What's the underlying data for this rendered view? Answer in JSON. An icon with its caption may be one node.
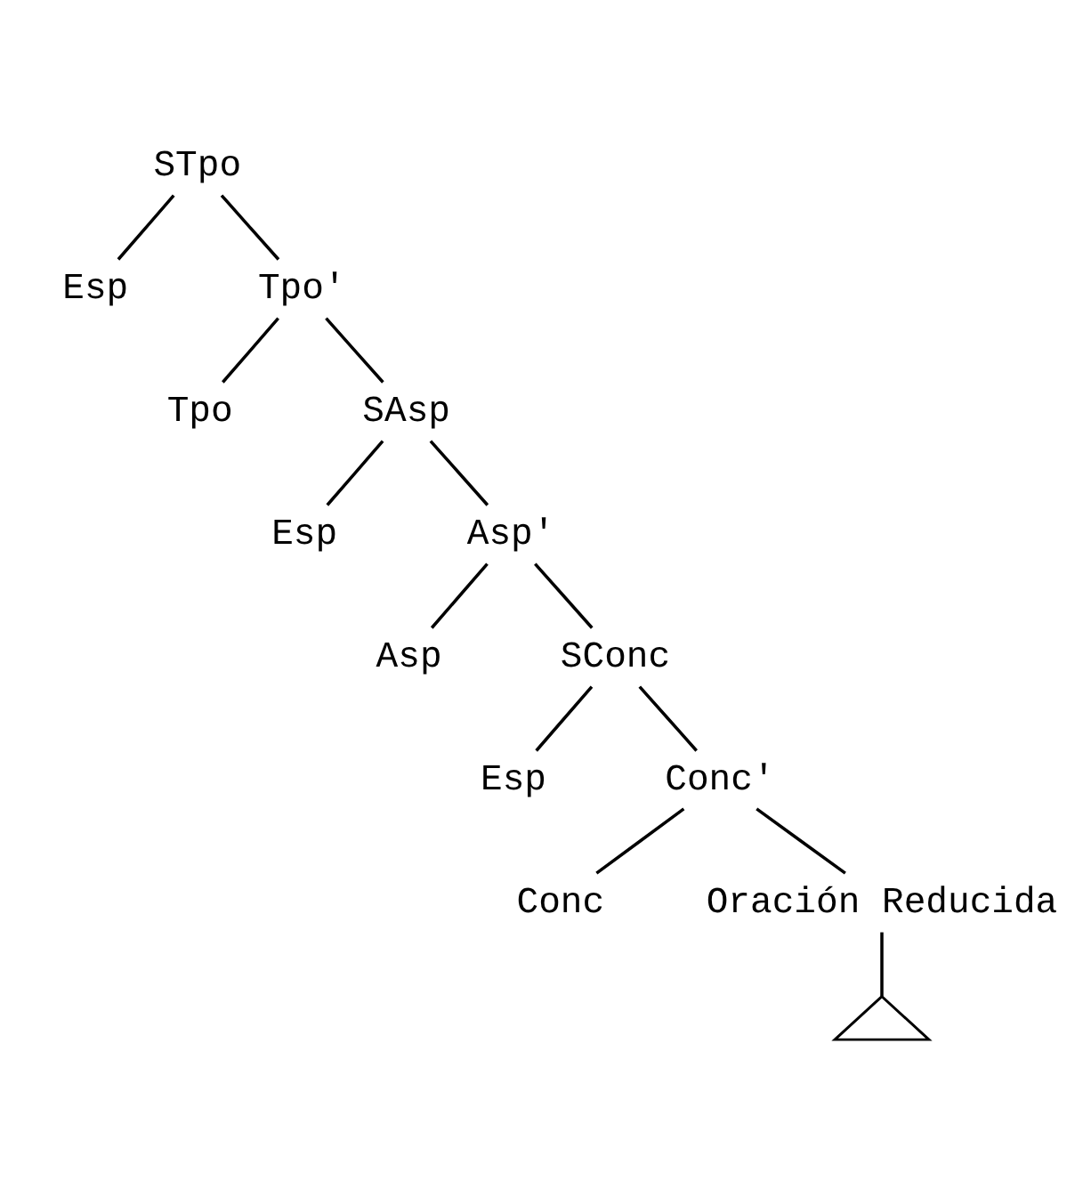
{
  "diagram": {
    "nodes": [
      {
        "text": [
          "STpo"
        ]
      },
      {
        "text": [
          "Esp"
        ]
      },
      {
        "text": [
          "Tpo'"
        ]
      },
      {
        "text": [
          "Tpo"
        ]
      },
      {
        "text": [
          "SAsp"
        ]
      },
      {
        "text": [
          "Esp"
        ]
      },
      {
        "text": [
          "Asp'"
        ]
      },
      {
        "text": [
          "Asp"
        ]
      },
      {
        "text": [
          "SConc"
        ]
      },
      {
        "text": [
          "Esp"
        ]
      },
      {
        "text": [
          "Conc'"
        ]
      },
      {
        "text": [
          "Conc"
        ]
      },
      {
        "text": [
          "Oración Reducida"
        ]
      },
      {
        "text": [],
        "shape": "triangle"
      }
    ],
    "edges": [
      {
        "from": 0,
        "to": 1,
        "arrow": "none"
      },
      {
        "from": 0,
        "to": 2,
        "arrow": "none"
      },
      {
        "from": 2,
        "to": 3,
        "arrow": "none"
      },
      {
        "from": 2,
        "to": 4,
        "arrow": "none"
      },
      {
        "from": 4,
        "to": 5,
        "arrow": "none"
      },
      {
        "from": 4,
        "to": 6,
        "arrow": "none"
      },
      {
        "from": 6,
        "to": 7,
        "arrow": "none"
      },
      {
        "from": 6,
        "to": 8,
        "arrow": "none"
      },
      {
        "from": 8,
        "to": 9,
        "arrow": "none"
      },
      {
        "from": 8,
        "to": 10,
        "arrow": "none"
      },
      {
        "from": 10,
        "to": 11,
        "arrow": "none"
      },
      {
        "from": 10,
        "to": 12,
        "arrow": "none"
      },
      {
        "from": 12,
        "to": 13,
        "arrow": "none"
      }
    ]
  }
}
